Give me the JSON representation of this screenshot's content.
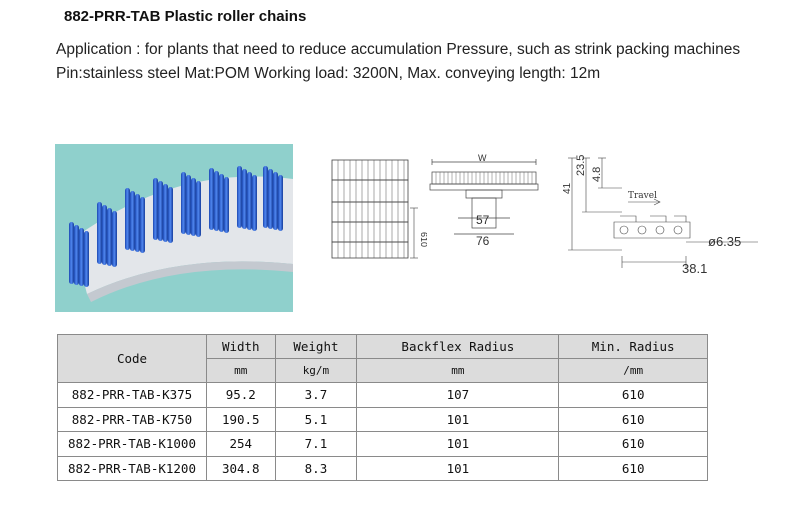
{
  "title": "882-PRR-TAB  Plastic roller chains",
  "application": "Application : for plants that need to reduce  accumulation Pressure, such as strink packing machines",
  "spec_line": "Pin:stainless steel  Mat:POM  Working load: 3200N, Max. conveying length: 12m",
  "drawing": {
    "front_dim": "610",
    "width_label": "W",
    "dim_57": "57",
    "dim_76": "76",
    "dim_41": "41",
    "dim_23_5": "23.5",
    "dim_4_8": "4.8",
    "travel_label": "Travel",
    "dia_label": "ø6.35",
    "pitch_label": "38.1"
  },
  "table": {
    "headers": {
      "code": "Code",
      "width": "Width",
      "weight": "Weight",
      "backflex": "Backflex Radius",
      "min_radius": "Min. Radius"
    },
    "units": {
      "width": "mm",
      "weight": "kg/m",
      "backflex": "mm",
      "min_radius": "/mm"
    },
    "rows": [
      {
        "code": "882-PRR-TAB-K375",
        "width": "95.2",
        "weight": "3.7",
        "backflex": "107",
        "min_radius": "610"
      },
      {
        "code": "882-PRR-TAB-K750",
        "width": "190.5",
        "weight": "5.1",
        "backflex": "101",
        "min_radius": "610"
      },
      {
        "code": "882-PRR-TAB-K1000",
        "width": "254",
        "weight": "7.1",
        "backflex": "101",
        "min_radius": "610"
      },
      {
        "code": "882-PRR-TAB-K1200",
        "width": "304.8",
        "weight": "8.3",
        "backflex": "101",
        "min_radius": "610"
      }
    ]
  },
  "colors": {
    "photo_bg": "#8fd0cc",
    "roller_blue": "#2a62d6",
    "header_gray": "#dcdcdc"
  }
}
